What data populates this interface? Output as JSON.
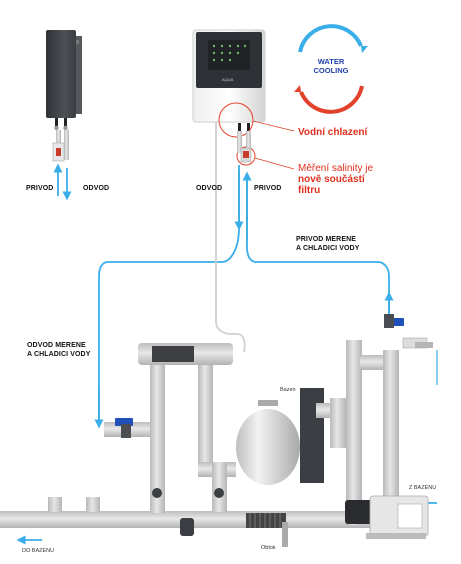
{
  "labels": {
    "privod_left": "PRIVOD",
    "odvod_left": "ODVOD",
    "odvod_right": "ODVOD",
    "privod_right": "PRIVOD",
    "vodni_chlazeni": "Vodní chlazení",
    "mereni_line1": "Měření salinity je",
    "mereni_line2": "nově součástí",
    "mereni_line3": "filtru",
    "privod_merene_l1": "PRIVOD MERENE",
    "privod_merene_l2": "A CHLADICI VODY",
    "odvod_merene_l1": "ODVOD MERENE",
    "odvod_merene_l2": "A CHLADICI VODY",
    "bazen_out": "DO BAZENU",
    "bazen_in": "Z BAZENU",
    "bazen_small": "Bazen",
    "bypass_small": "Obtok",
    "device_logo": "AQUA"
  },
  "badge": {
    "line1": "WATER",
    "line2": "COOLING"
  },
  "colors": {
    "flow_blue": "#3aaee8",
    "warm_red": "#e2412b",
    "pipe_grey": "#c8c8c8",
    "valve_blue": "#1f4fb8",
    "device_dark": "#3c3f44"
  },
  "icons": [
    "wall-unit-icon",
    "control-unit-icon",
    "water-cooling-cycle-icon",
    "filter-tank-icon",
    "pump-icon",
    "valve-icon",
    "heat-exchanger-icon"
  ]
}
